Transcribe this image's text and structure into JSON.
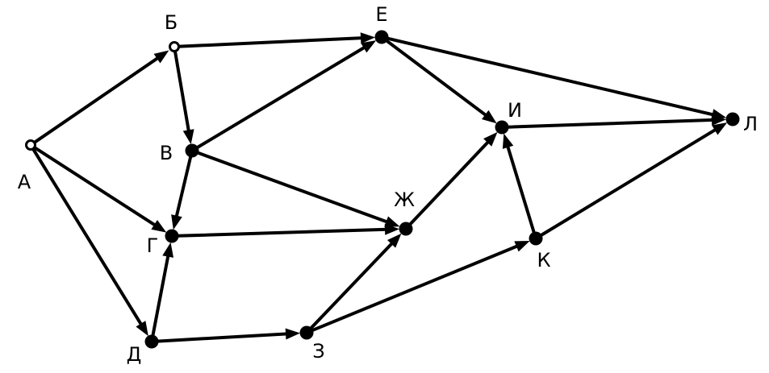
{
  "diagram": {
    "type": "directed-graph",
    "edge_color": "#000000",
    "node_color": "#000000",
    "nodes": [
      {
        "id": "A",
        "label": "А",
        "style": "hollow"
      },
      {
        "id": "B",
        "label": "Б",
        "style": "hollow"
      },
      {
        "id": "V",
        "label": "В",
        "style": "filled"
      },
      {
        "id": "G",
        "label": "Г",
        "style": "filled"
      },
      {
        "id": "D",
        "label": "Д",
        "style": "filled"
      },
      {
        "id": "E",
        "label": "Е",
        "style": "filled"
      },
      {
        "id": "ZH",
        "label": "Ж",
        "style": "filled"
      },
      {
        "id": "Z",
        "label": "З",
        "style": "filled"
      },
      {
        "id": "I",
        "label": "И",
        "style": "filled"
      },
      {
        "id": "K",
        "label": "К",
        "style": "filled"
      },
      {
        "id": "L",
        "label": "Л",
        "style": "filled"
      }
    ],
    "edges": [
      {
        "from": "A",
        "to": "B"
      },
      {
        "from": "A",
        "to": "G"
      },
      {
        "from": "A",
        "to": "D"
      },
      {
        "from": "B",
        "to": "E"
      },
      {
        "from": "B",
        "to": "V"
      },
      {
        "from": "V",
        "to": "E"
      },
      {
        "from": "V",
        "to": "G"
      },
      {
        "from": "V",
        "to": "ZH"
      },
      {
        "from": "D",
        "to": "G"
      },
      {
        "from": "D",
        "to": "Z"
      },
      {
        "from": "G",
        "to": "ZH"
      },
      {
        "from": "Z",
        "to": "ZH"
      },
      {
        "from": "Z",
        "to": "K"
      },
      {
        "from": "E",
        "to": "I"
      },
      {
        "from": "E",
        "to": "L"
      },
      {
        "from": "ZH",
        "to": "I"
      },
      {
        "from": "I",
        "to": "L"
      },
      {
        "from": "K",
        "to": "I"
      },
      {
        "from": "K",
        "to": "L"
      }
    ]
  }
}
